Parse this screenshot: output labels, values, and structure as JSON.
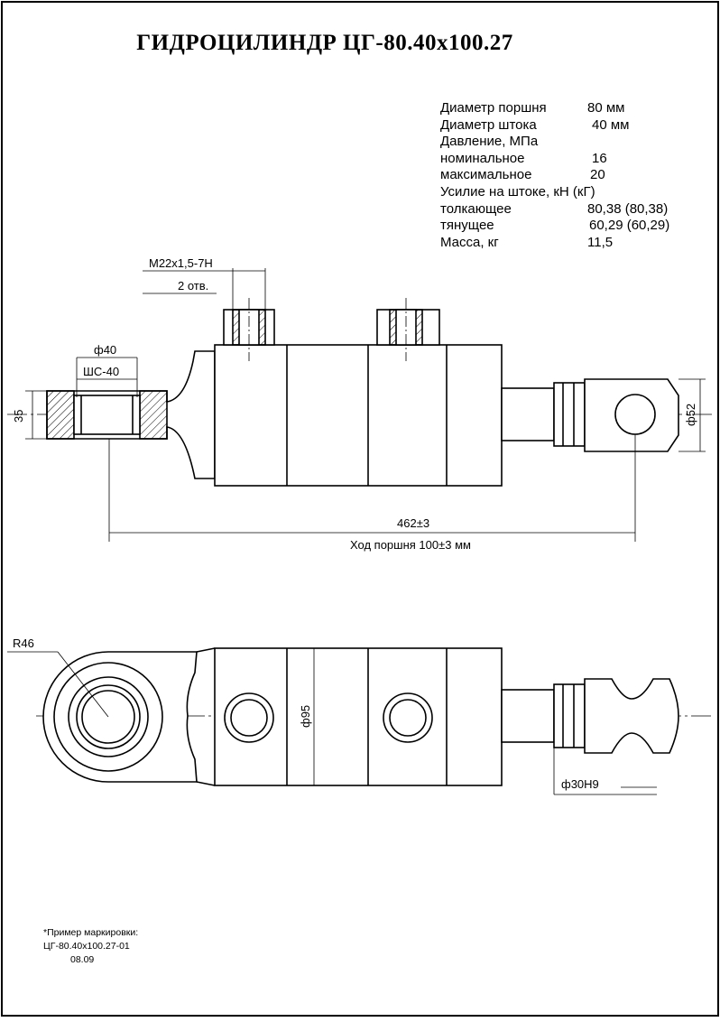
{
  "title": "ГИДРОЦИЛИНДР ЦГ-80.40х100.27",
  "specs": [
    {
      "label": "Диаметр поршня",
      "value": "80 мм"
    },
    {
      "label": "Диаметр штока",
      "value": "40 мм"
    },
    {
      "label": "Давление, МПа",
      "value": ""
    },
    {
      "label": "номинальное",
      "value": "16"
    },
    {
      "label": "максимальное",
      "value": "20"
    },
    {
      "label": "Усилие на штоке, кН (кГ)",
      "value": ""
    },
    {
      "label": "толкающее",
      "value": "80,38 (80,38)"
    },
    {
      "label": "тянущее",
      "value": "60,29 (60,29)"
    },
    {
      "label": "Масса, кг",
      "value": "11,5"
    }
  ],
  "dimensions": {
    "thread": "M22x1,5-7H",
    "thread_count": "2 отв.",
    "bore_diameter": "ф40",
    "bearing": "ШС-40",
    "eye_height": "35",
    "rod_end_diameter": "ф52",
    "length": "462±3",
    "stroke": "Ход поршня 100±3 мм",
    "eye_radius": "R46",
    "body_diameter": "ф95",
    "rod_bore": "ф30Н9"
  },
  "marking": {
    "caption": "*Пример маркировки:",
    "code": "ЦГ-80.40х100.27-01",
    "date": "08.09"
  }
}
